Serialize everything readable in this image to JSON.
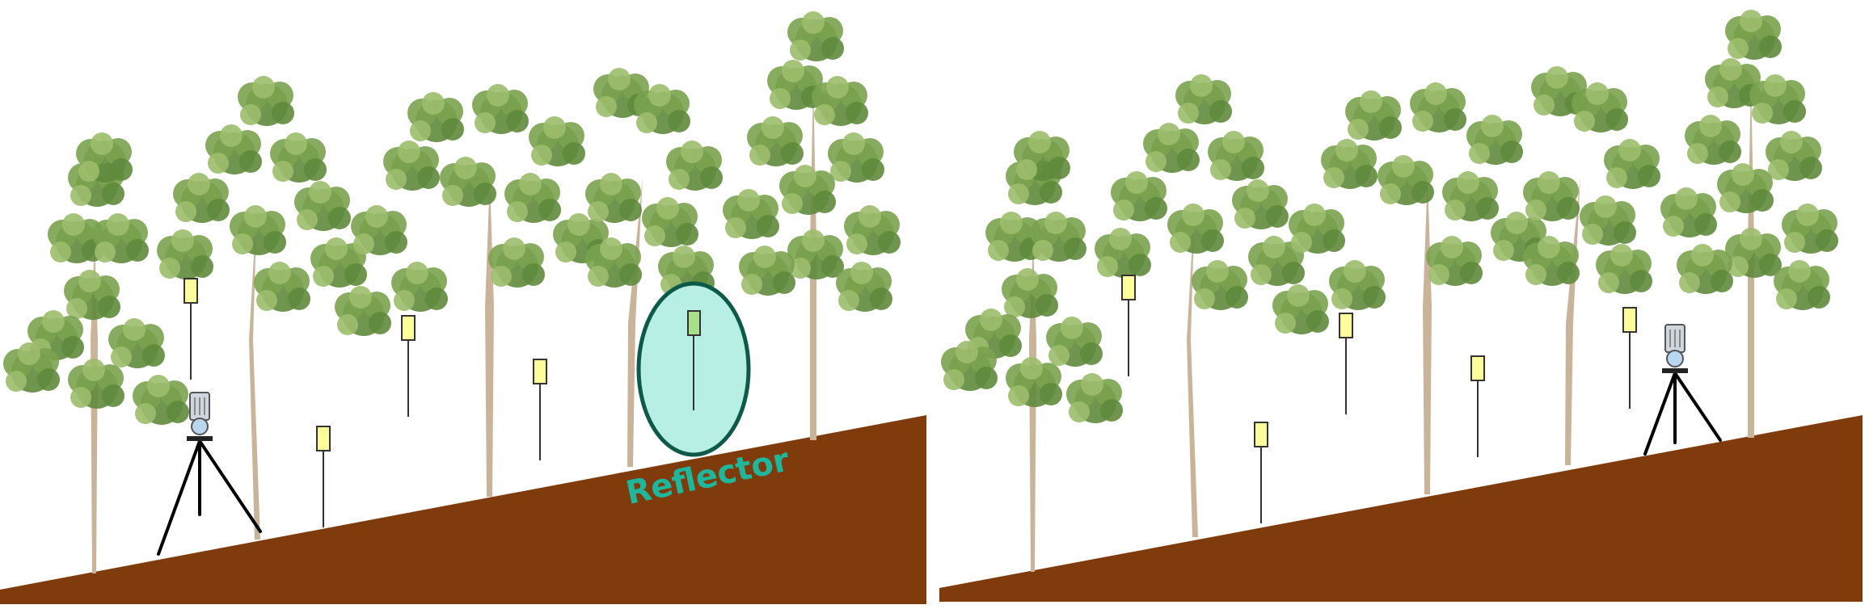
{
  "panels": [
    {
      "id": "left",
      "highlight_label": "Reflector"
    },
    {
      "id": "right"
    }
  ],
  "colors": {
    "ground": "#7f3b0b",
    "foliage_dark": "#5f8a3c",
    "foliage_mid": "#7aa24e",
    "foliage_light": "#9cbc6c",
    "trunk": "#c9b49a",
    "target_yellow": "#fdfd9c",
    "target_green": "#a8e08a",
    "highlight_fill": "#b7efe4",
    "highlight_stroke": "#0d5a4a",
    "label_teal": "#1eb79b",
    "tripod": "#000000"
  },
  "icons": {
    "scanner": "laser-scanner-icon",
    "target": "reflector-target-icon",
    "tree": "eucalyptus-tree-icon"
  }
}
